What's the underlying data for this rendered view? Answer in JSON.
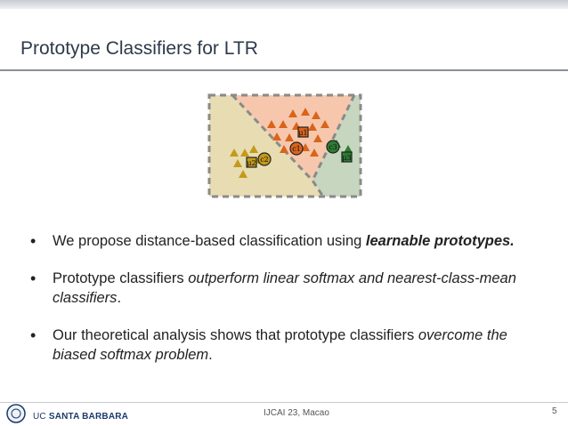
{
  "slide": {
    "title": "Prototype Classifiers for LTR",
    "page_number": "5",
    "conference": "IJCAI 23, Macao"
  },
  "figure": {
    "colors": {
      "head_region": "#f6c7ac",
      "tail_region_left": "#e8dcb3",
      "tail_region_right": "#c7d6bf",
      "orange": "#d9641b",
      "gold": "#c49a1a",
      "green": "#2e7d32"
    },
    "prototype_labels": [
      "c1",
      "c2",
      "c3"
    ],
    "mean_labels": [
      "μ1",
      "μ2",
      "μ3"
    ]
  },
  "bullets": [
    {
      "plain": "We propose distance-based classification using ",
      "emph": "learnable prototypes.",
      "tail": ""
    },
    {
      "plain": "Prototype classifiers ",
      "emph": "outperform linear softmax and nearest-class-mean classifiers",
      "tail": "."
    },
    {
      "plain": "Our theoretical analysis shows that prototype classifiers ",
      "emph": "overcome the biased softmax problem",
      "tail": "."
    }
  ],
  "footer": {
    "org_prefix": "UC ",
    "org_name": "SANTA BARBARA"
  }
}
